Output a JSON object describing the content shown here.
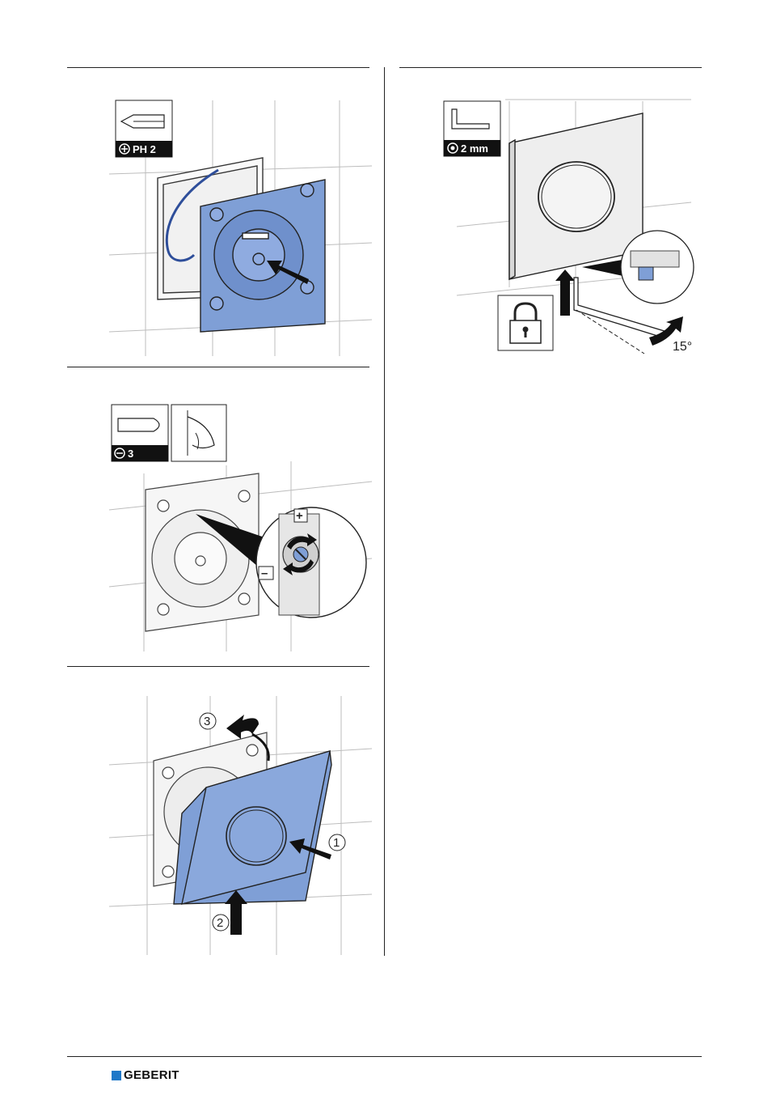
{
  "tools": {
    "step1_screwdriver": "PH 2",
    "step2_screwdriver": "3",
    "step4_hex_key": "2 mm"
  },
  "callouts": {
    "step3_numbers": [
      "1",
      "2",
      "3"
    ],
    "step4_angle": "15°"
  },
  "adjust_signs": {
    "plus": "+",
    "minus": "–"
  },
  "footer": {
    "brand": "GEBERIT"
  },
  "colors": {
    "part_blue": "#7f9fd6",
    "brand_blue": "#1f78c8",
    "tile_line": "#bcbcbc"
  }
}
